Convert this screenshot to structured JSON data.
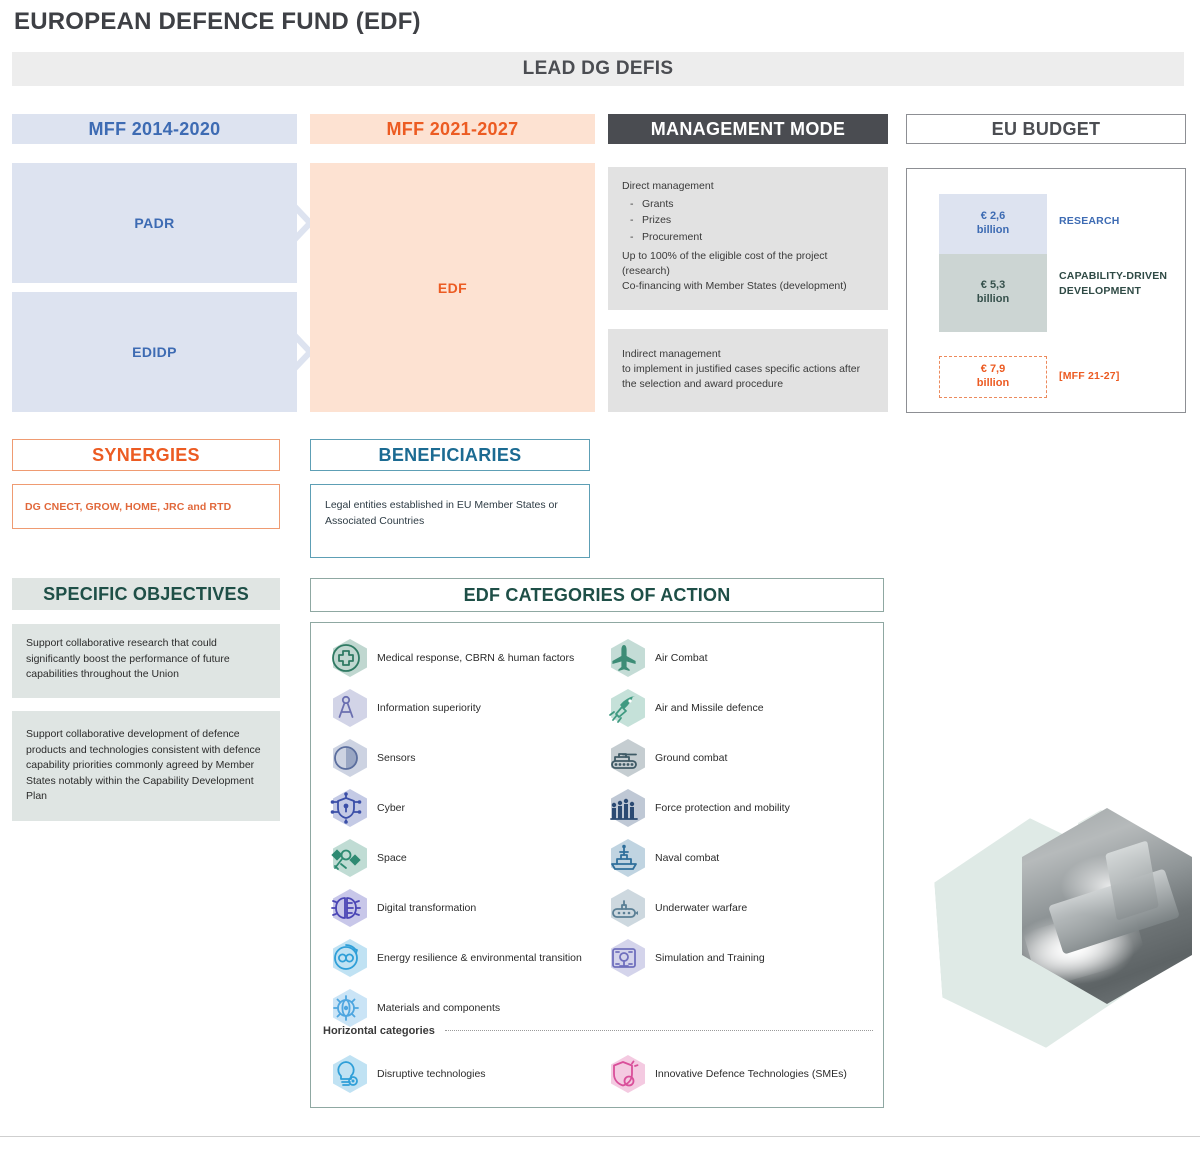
{
  "title": "EUROPEAN DEFENCE FUND (EDF)",
  "lead_bar": {
    "label": "LEAD DG DEFIS"
  },
  "columns": {
    "mff_2014": {
      "header": "MFF 2014-2020",
      "items": [
        "PADR",
        "EDIDP"
      ]
    },
    "mff_2021": {
      "header": "MFF 2021-2027",
      "item": "EDF"
    },
    "management_mode": {
      "header": "MANAGEMENT MODE",
      "direct": {
        "title": "Direct management",
        "bullets": [
          "Grants",
          "Prizes",
          "Procurement"
        ],
        "note_1": "Up to 100% of the eligible cost of the project (research)",
        "note_2": "Co-financing with Member States (development)"
      },
      "indirect": {
        "title": "Indirect management",
        "body": "to implement in justified cases specific actions after the selection and award procedure"
      }
    },
    "eu_budget": {
      "header": "EU BUDGET",
      "rows": [
        {
          "amount": "€ 2,6",
          "unit": "billion",
          "label": "RESEARCH"
        },
        {
          "amount": "€ 5,3",
          "unit": "billion",
          "label": "CAPABILITY-DRIVEN DEVELOPMENT"
        },
        {
          "amount": "€ 7,9",
          "unit": "billion",
          "label": "[MFF 21-27]"
        }
      ]
    }
  },
  "synergies": {
    "header": "SYNERGIES",
    "body": "DG CNECT, GROW, HOME, JRC and RTD"
  },
  "beneficiaries": {
    "header": "BENEFICIARIES",
    "body": "Legal entities established in EU Member States or Associated Countries"
  },
  "specific_objectives": {
    "header": "SPECIFIC OBJECTIVES",
    "items": [
      "Support collaborative research that could significantly boost the performance of future capabilities throughout the Union",
      "Support collaborative development of defence products and technologies consistent with defence capability priorities commonly agreed by Member States notably within the Capability Development Plan"
    ]
  },
  "categories": {
    "header": "EDF CATEGORIES OF ACTION",
    "left": [
      {
        "icon": "medical-cross-icon",
        "label": "Medical response, CBRN & human factors",
        "color": "#2f7a63"
      },
      {
        "icon": "compass-icon",
        "label": "Information superiority",
        "color": "#6b6fb0"
      },
      {
        "icon": "sensor-sphere-icon",
        "label": "Sensors",
        "color": "#5b6e9e"
      },
      {
        "icon": "cyber-shield-icon",
        "label": "Cyber",
        "color": "#3b4fa8"
      },
      {
        "icon": "satellite-space-icon",
        "label": "Space",
        "color": "#2e8a72"
      },
      {
        "icon": "digital-brain-gear-icon",
        "label": "Digital transformation",
        "color": "#4a45b5"
      },
      {
        "icon": "energy-resilience-icon",
        "label": "Energy resilience & environmental transition",
        "color": "#2f9fd8"
      },
      {
        "icon": "materials-components-icon",
        "label": "Materials and components",
        "color": "#4ea6e0"
      }
    ],
    "right": [
      {
        "icon": "air-combat-jet-icon",
        "label": "Air Combat",
        "color": "#3d8c76"
      },
      {
        "icon": "missile-defence-icon",
        "label": "Air and Missile defence",
        "color": "#3f9a81"
      },
      {
        "icon": "ground-combat-tank-icon",
        "label": "Ground combat",
        "color": "#3f5a66"
      },
      {
        "icon": "force-protection-icon",
        "label": "Force protection and mobility",
        "color": "#2b4a73"
      },
      {
        "icon": "naval-combat-ship-icon",
        "label": "Naval combat",
        "color": "#2f6f9b"
      },
      {
        "icon": "underwater-submarine-icon",
        "label": "Underwater warfare",
        "color": "#5a7f95"
      },
      {
        "icon": "simulation-training-icon",
        "label": "Simulation and Training",
        "color": "#6f6fbd"
      }
    ],
    "horizontal": {
      "label": "Horizontal categories",
      "items": [
        {
          "icon": "lightbulb-disruptive-icon",
          "label": "Disruptive technologies",
          "color": "#2f9fd8"
        },
        {
          "icon": "sme-shield-icon",
          "label": "Innovative Defence Technologies (SMEs)",
          "color": "#d94f9a"
        }
      ]
    }
  },
  "decoration": {
    "photo_alt": "naval-vessel-photo-hexagon"
  },
  "colors": {
    "blue_mff": "#3d6bb3",
    "blue_mff_bg": "#dde3f0",
    "orange_edf": "#ec5b22",
    "orange_edf_bg": "#fde2d2",
    "mgmt_dark": "#4a4c51",
    "mgmt_bg": "#e2e2e2",
    "green_dark": "#1e4f47",
    "teal_border": "#5d9fb5",
    "grey_bar": "#ededed"
  }
}
